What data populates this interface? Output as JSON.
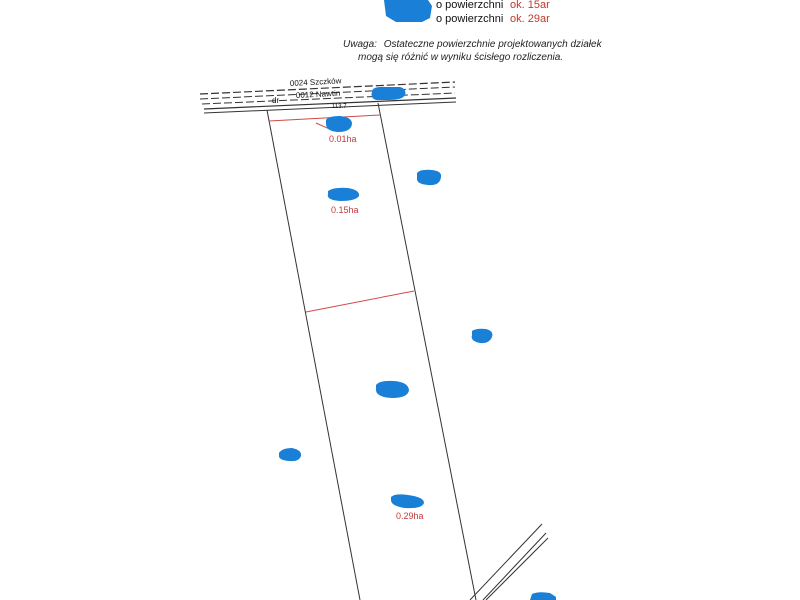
{
  "legend": {
    "rows": [
      {
        "prefix": "o powierzchni",
        "value": "ok. 15ar"
      },
      {
        "prefix": "o powierzchni",
        "value": "ok. 29ar"
      }
    ]
  },
  "note": {
    "label": "Uwaga:",
    "line1": "Ostateczne powierzchnie projektowanych działek",
    "line2": "mogą się różnić w wyniku ścisłego rozliczenia."
  },
  "road": {
    "label_top": "0024 Szczków",
    "label_bottom": "0012 Nawtin",
    "small_mark": "dr",
    "tick": "113.7"
  },
  "parcels": {
    "a1": "0.01ha",
    "a2": "0.15ha",
    "a3": "0.29ha"
  },
  "colors": {
    "redaction": "#1a7fd6",
    "boundary_red": "#d04a4a",
    "line": "#333333"
  }
}
